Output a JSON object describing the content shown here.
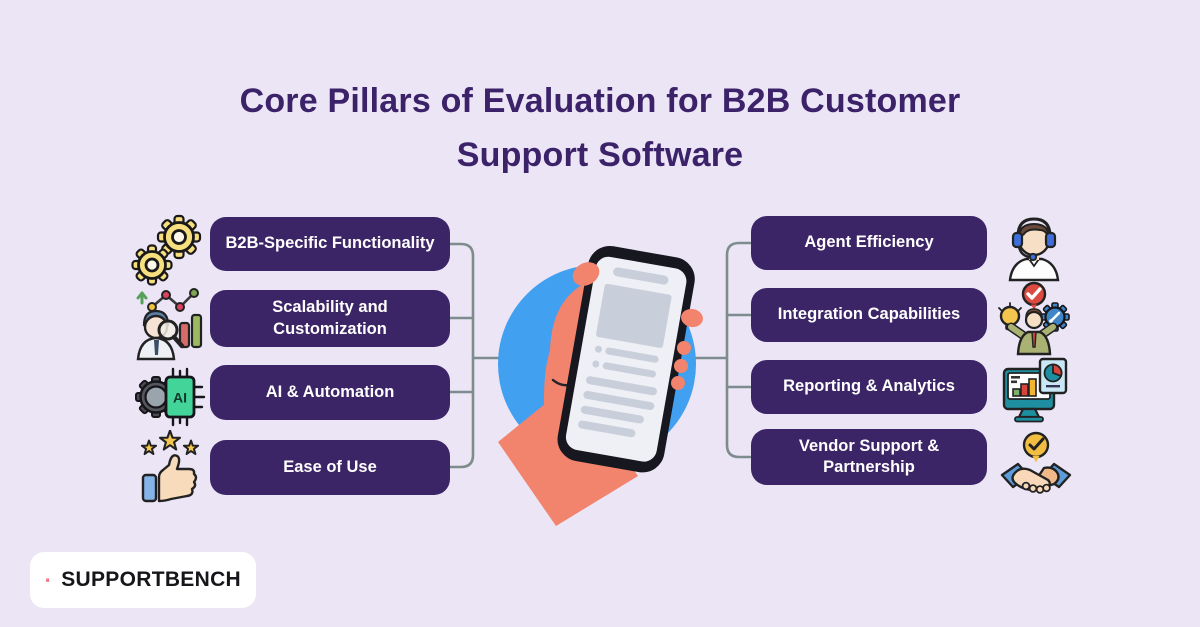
{
  "title": {
    "line1": "Core Pillars of Evaluation for B2B Customer",
    "line2": "Support Software"
  },
  "left_pillars": [
    {
      "label": "B2B-Specific Functionality",
      "icon": "gears-icon"
    },
    {
      "label": "Scalability and Customization",
      "icon": "analyst-chart-icon"
    },
    {
      "label": "AI & Automation",
      "icon": "ai-chip-gear-icon"
    },
    {
      "label": "Ease of Use",
      "icon": "thumbs-up-stars-icon"
    }
  ],
  "right_pillars": [
    {
      "label": "Agent Efficiency",
      "icon": "support-agent-headset-icon"
    },
    {
      "label": "Integration Capabilities",
      "icon": "person-lightbulb-gear-icon"
    },
    {
      "label": "Reporting & Analytics",
      "icon": "monitor-charts-icon"
    },
    {
      "label": "Vendor Support & Partnership",
      "icon": "handshake-check-icon"
    }
  ],
  "center_illustration": "hand-holding-smartphone",
  "icon_labels": {
    "ai_chip": "AI"
  },
  "logo": {
    "brand_bold": "SUPPORT",
    "brand_rest": "BENCH"
  },
  "colors": {
    "background": "#EBE5F6",
    "pill": "#3C2566",
    "pill_text": "#FFFFFF",
    "title_text": "#3B2269",
    "connector": "#7E8C8E",
    "circle_blue": "#41A0F0",
    "hand_skin": "#F2836C",
    "phone_body": "#17171F",
    "logo_pink": "#E8415E"
  }
}
